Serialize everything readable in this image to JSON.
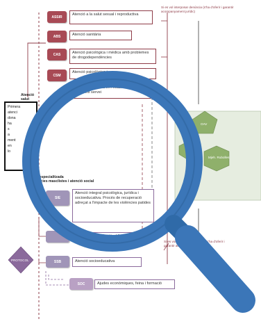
{
  "top_note": "Si es vol interposar denúncia (s'ha d'oferir i garantir acompanyament jurídic)",
  "right_note": "Si es vol interposar denúncia (s'ha d'oferir i garantir acompanyament jurídic)",
  "services": [
    {
      "tag": "ASSIR",
      "text": "Atenció a la salut sexual i reproductiva"
    },
    {
      "tag": "ABS",
      "text": "Atenció sanitària"
    },
    {
      "tag": "CAS",
      "text": "Atenció psicològica i mèdica amb problemes de drogodependències"
    },
    {
      "tag": "CSM",
      "text": "Atenció psicològica i"
    },
    {
      "tag": "",
      "text": "ió descompensada en l'estat d'una pacient del mateix servei"
    }
  ],
  "left_label": "Atenció salut",
  "black_box_text": "Primera\natenci\ndona\nha\ns\na\nment\nen\nlo",
  "section_title": "Atenció especialitzada\nen violències masclistes i atenció social",
  "specialized": [
    {
      "tag": "SIE",
      "text": "Atenció integral psicològica, jurídica i socioeducativa. Procés de recuperació adreçat a l'impacte de les violències patides"
    },
    {
      "tag": "",
      "text": "Atenció psicològica i jurídica"
    },
    {
      "tag": "SSB",
      "text": "Atenció socioeducativa"
    }
  ],
  "soc": {
    "tag": "SOC",
    "text": "Ajudes econòmiques, feina i formació"
  },
  "nodes": {
    "oav": "OAV",
    "right_hex": "Mjeh. Rubolles",
    "left_diamond": "PROTOCOL"
  },
  "colors": {
    "accent": "#a84a55",
    "purple": "#8b6a9c",
    "hex_green": "#8fb06b",
    "panel_green": "#e6ede0",
    "magnifier": "#3b76b8"
  },
  "icons": {
    "overlay": "magnifying-glass-icon"
  }
}
